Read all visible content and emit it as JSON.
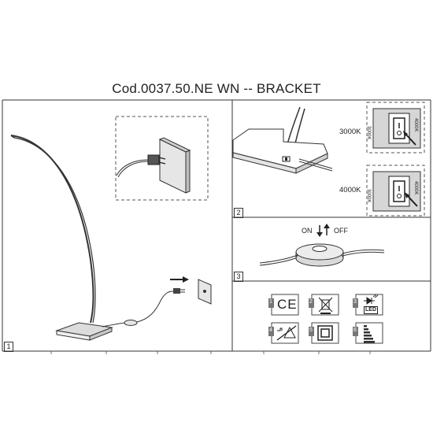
{
  "header": {
    "title": "Cod.0037.50.NE WN -- BRACKET"
  },
  "panels": [
    {
      "number": "1"
    },
    {
      "number": "2"
    },
    {
      "number": "3"
    }
  ],
  "color_temperature": {
    "option_3000": "3000K",
    "option_4000": "4000K",
    "switch_label_3000": "3000K",
    "switch_label_4000": "4000K"
  },
  "switch": {
    "on_label": "ON",
    "off_label": "OFF"
  },
  "certifications": {
    "tiles": [
      {
        "number": "1",
        "icon": "ce-mark-icon",
        "text": "CE"
      },
      {
        "number": "2",
        "icon": "weee-bin-icon"
      },
      {
        "number": "3",
        "icon": "led-icon",
        "text": "LED"
      },
      {
        "number": "4",
        "icon": "not-dimmable-icon"
      },
      {
        "number": "5",
        "icon": "double-insulation-icon"
      },
      {
        "number": "6",
        "icon": "energy-class-icon"
      }
    ]
  },
  "colors": {
    "line": "#333333",
    "base_fill": "#d8d8d8",
    "dash": "#555555"
  }
}
